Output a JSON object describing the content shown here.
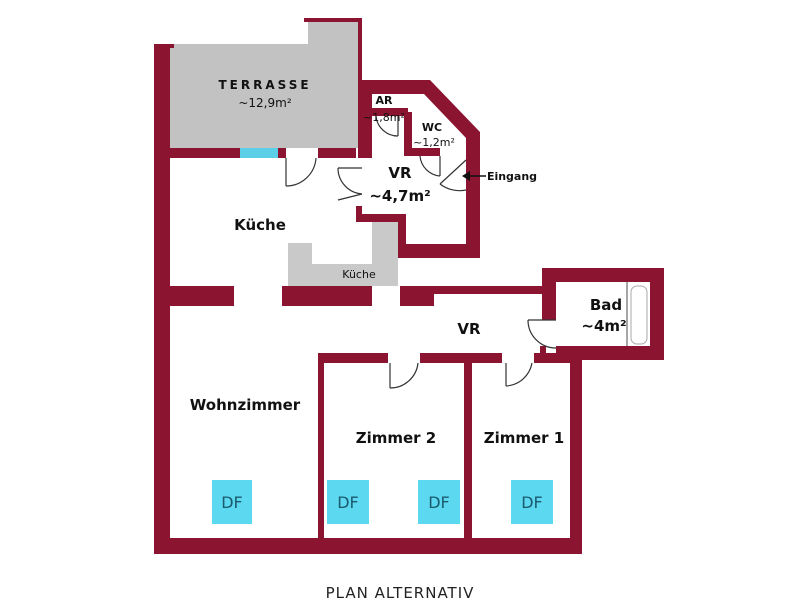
{
  "colors": {
    "wall": "#8b1530",
    "terrace": "#c2c2c2",
    "counter": "#c9c9c9",
    "window": "#5ccfe8",
    "skylight": "#5cd8f0"
  },
  "rooms": {
    "terrasse": {
      "name": "TERRASSE",
      "area": "~12,9m²"
    },
    "ar": {
      "name": "AR",
      "area": "~1,8m²"
    },
    "wc": {
      "name": "WC",
      "area": "~1,2m²"
    },
    "vr_top": {
      "name": "VR",
      "area": "~4,7m²"
    },
    "kueche": {
      "name": "Küche"
    },
    "kueche_counter": {
      "name": "Küche"
    },
    "bad": {
      "name": "Bad",
      "area": "~4m²"
    },
    "vr_hall": {
      "name": "VR"
    },
    "wohnzimmer": {
      "name": "Wohnzimmer"
    },
    "zimmer2": {
      "name": "Zimmer 2"
    },
    "zimmer1": {
      "name": "Zimmer 1"
    }
  },
  "entrance": {
    "label": "Eingang"
  },
  "skylights": [
    {
      "label": "DF"
    },
    {
      "label": "DF"
    },
    {
      "label": "DF"
    },
    {
      "label": "DF"
    }
  ],
  "caption": "PLAN ALTERNATIV"
}
